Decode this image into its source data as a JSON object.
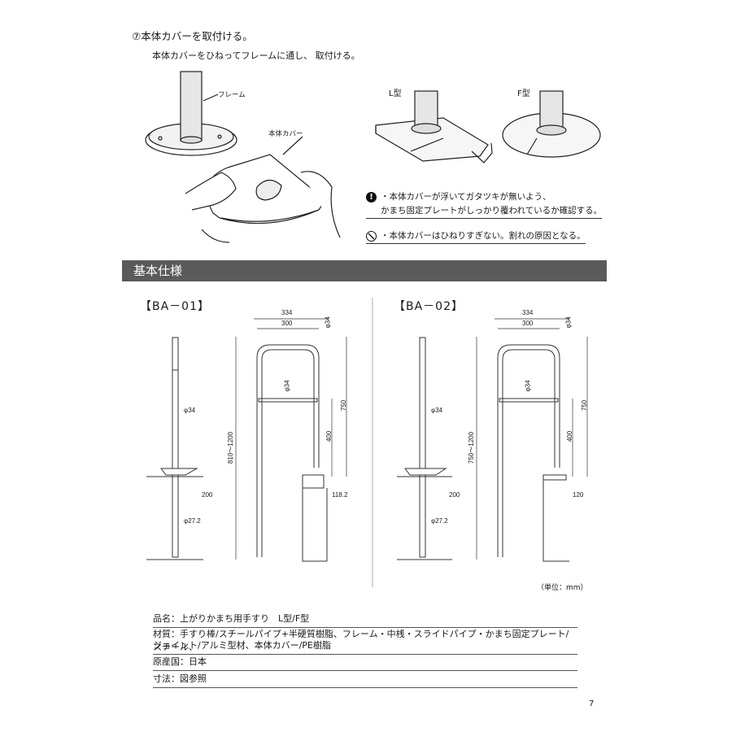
{
  "step": {
    "title": "⑦本体カバーを取付ける。",
    "description": "本体カバーをひねってフレームに通し、 取付ける。"
  },
  "illustration": {
    "frame_label": "フレーム",
    "cover_label": "本体カバー",
    "l_type_label": "L型",
    "f_type_label": "F型"
  },
  "notes": [
    {
      "icon": "warning-icon",
      "lines": [
        "・本体カバーが浮いてガタツキが無いよう、",
        "かまち固定プレートがしっかり覆われているか確認する。"
      ]
    },
    {
      "icon": "prohibition-icon",
      "lines": [
        "・本体カバーはひねりすぎない。割れの原因となる。"
      ]
    }
  ],
  "section_title": "基本仕様",
  "models": [
    {
      "name": "【BA－01】",
      "dims": {
        "width_outer": "334",
        "width_inner": "300",
        "pipe_top": "φ34",
        "pipe_mid": "φ34",
        "height_total": "750",
        "height_bar": "400",
        "height_range": "810～1200",
        "side_pipe": "φ34",
        "side_depth": "200",
        "side_base": "φ27.2",
        "step": "118.2"
      }
    },
    {
      "name": "【BA－02】",
      "dims": {
        "width_outer": "334",
        "width_inner": "300",
        "pipe_top": "φ34",
        "pipe_mid": "φ34",
        "height_total": "750",
        "height_bar": "400",
        "height_range": "750～1200",
        "side_pipe": "φ34",
        "side_depth": "200",
        "side_base": "φ27.2",
        "step": "120"
      }
    }
  ],
  "unit_note": "（単位：mm）",
  "specs": [
    "品名：上がりかまち用手すり　L型/F型",
    "材質：手すり棒/スチールパイプ+半硬質樹脂、フレーム・中桟・スライドパイプ・かまち固定プレート/スチール、",
    "ジョイント/アルミ型材、本体カバー/PE樹脂",
    "原産国：日本",
    "寸法：図参照"
  ],
  "page_number": "7"
}
